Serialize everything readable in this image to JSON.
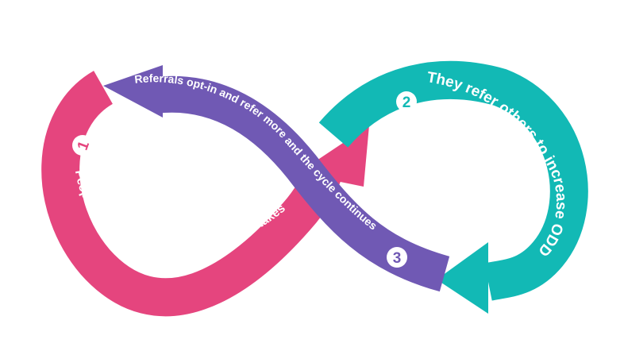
{
  "colors": {
    "pink": "#E5457E",
    "purple": "#7059B4",
    "teal": "#12B9B5",
    "badge": "#ffffff"
  },
  "steps": [
    {
      "number": "1",
      "text": "People opt-in to Matching Prize Sweepstakes"
    },
    {
      "number": "2",
      "text": "They refer others to increase ODDS"
    },
    {
      "number": "3",
      "text": "Referrals opt-in and refer more and the cycle continues"
    }
  ]
}
